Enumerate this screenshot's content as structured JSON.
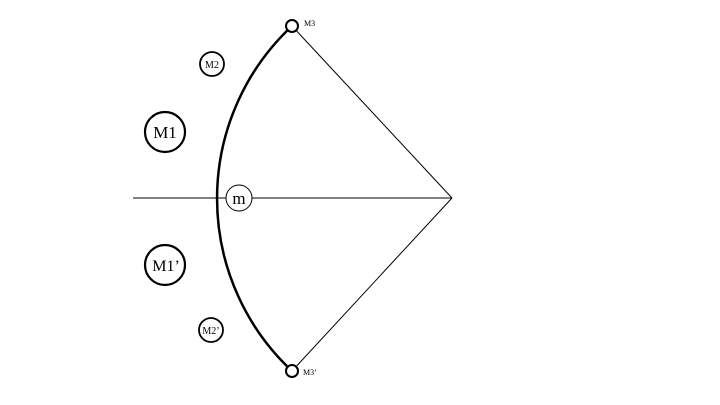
{
  "diagram": {
    "colors": {
      "stroke": "#000000",
      "fill": "#ffffff",
      "background": "#ffffff"
    },
    "nodes": {
      "m": "m",
      "M1": "M1",
      "M1p": "M1’",
      "M2": "M2",
      "M2p": "M2’",
      "M3": "M3",
      "M3p": "M3’"
    }
  }
}
